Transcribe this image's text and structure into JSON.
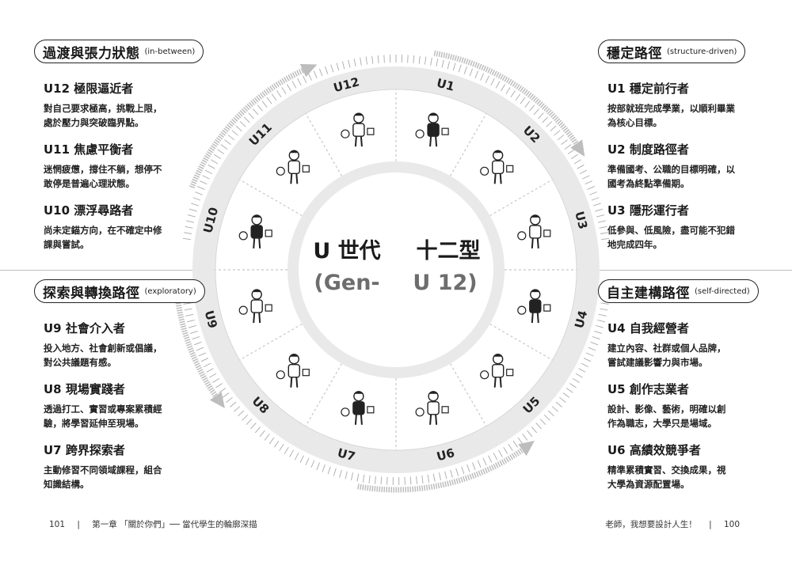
{
  "center": {
    "left_title": "U 世代",
    "right_title": "十二型",
    "left_sub": "(Gen-",
    "right_sub": "U 12)"
  },
  "segments": [
    "U1",
    "U2",
    "U3",
    "U4",
    "U5",
    "U6",
    "U7",
    "U8",
    "U9",
    "U10",
    "U11",
    "U12"
  ],
  "quadrants": {
    "top_left": {
      "heading": "過渡與張力狀態",
      "heading_en": "(in-between)",
      "items": [
        {
          "title": "U12 極限逼近者",
          "lines": [
            "對自己要求極高，挑戰上限，",
            "處於壓力與突破臨界點。"
          ]
        },
        {
          "title": "U11 焦慮平衡者",
          "lines": [
            "迷惘疲憊，撐住不躺，想停不",
            "敢停是普遍心理狀態。"
          ]
        },
        {
          "title": "U10 漂浮尋路者",
          "lines": [
            "尚未定錨方向，在不確定中修",
            "課與嘗試。"
          ]
        }
      ]
    },
    "bottom_left": {
      "heading": "探索與轉換路徑",
      "heading_en": "(exploratory)",
      "items": [
        {
          "title": "U9 社會介入者",
          "lines": [
            "投入地方、社會創新或倡議，",
            "對公共議題有感。"
          ]
        },
        {
          "title": "U8 現場實踐者",
          "lines": [
            "透過打工、實習或專案累積經",
            "驗，將學習延伸至現場。"
          ]
        },
        {
          "title": "U7 跨界探索者",
          "lines": [
            "主動修習不同領域課程，組合",
            "知識結構。"
          ]
        }
      ]
    },
    "top_right": {
      "heading": "穩定路徑",
      "heading_en": "(structure-driven)",
      "items": [
        {
          "title": "U1 穩定前行者",
          "lines": [
            "按部就班完成學業，以順利畢業",
            "為核心目標。"
          ]
        },
        {
          "title": "U2 制度路徑者",
          "lines": [
            "準備國考、公職的目標明確，以",
            "國考為終點準備期。"
          ]
        },
        {
          "title": "U3 隱形運行者",
          "lines": [
            "低參與、低風險，盡可能不犯錯",
            "地完成四年。"
          ]
        }
      ]
    },
    "bottom_right": {
      "heading": "自主建構路徑",
      "heading_en": "(self-directed)",
      "items": [
        {
          "title": "U4 自我經營者",
          "lines": [
            "建立內容、社群或個人品牌，",
            "嘗試建議影響力與市場。"
          ]
        },
        {
          "title": "U5 創作志業者",
          "lines": [
            "設計、影像、藝術，明確以創",
            "作為職志，大學只是場域。"
          ]
        },
        {
          "title": "U6 高績效競爭者",
          "lines": [
            "精準累積實習、交換成果，視",
            "大學為資源配置場。"
          ]
        }
      ]
    }
  },
  "footer": {
    "left_page": "101",
    "left_text": "第一章 「關於你們」── 當代學生的輪廓深描",
    "right_text": "老師，我想要設計人生！",
    "right_page": "100"
  },
  "colors": {
    "ring": "#e9e9e9",
    "border": "#222222",
    "tick": "#aaaaaa",
    "muted": "#6d6d6d"
  }
}
